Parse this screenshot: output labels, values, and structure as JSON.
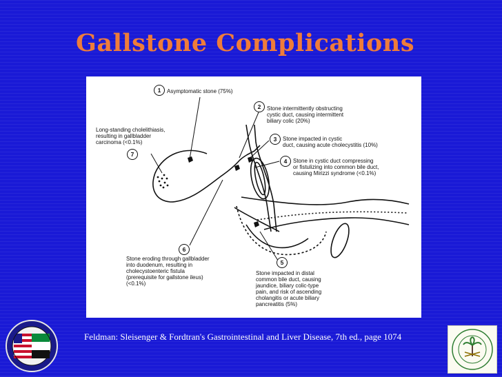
{
  "slide": {
    "title": "Gallstone Complications",
    "citation": "Feldman: Sleisenger & Fordtran's Gastrointestinal and Liver Disease, 7th ed., page 1074"
  },
  "diagram": {
    "labels": [
      {
        "number": "1",
        "text": "Asymptomatic stone (75%)"
      },
      {
        "number": "2",
        "text": "Stone intermittently obstructing\ncystic duct, causing intermittent\nbiliary colic (20%)"
      },
      {
        "number": "3",
        "text": "Stone impacted in cystic\nduct, causing acute cholecystitis (10%)"
      },
      {
        "number": "4",
        "text": "Stone in cystic duct compressing\nor fistulizing into common bile duct,\ncausing Mirizzi syndrome (<0.1%)"
      },
      {
        "number": "5",
        "text": "Stone impacted in distal\ncommon bile duct, causing\njaundice, biliary colic-type\npain, and risk of ascending\ncholangitis or acute biliary\npancreatitis (5%)"
      },
      {
        "number": "6",
        "text": "Stone eroding through gallbladder\ninto duodenum, resulting in\ncholecystoenteric fistula\n(prerequisite for gallstone ileus)\n(<0.1%)"
      },
      {
        "number": "7",
        "text": "Long-standing cholelithiasis,\nresulting in gallbladder\ncarcinoma (<0.1%)"
      }
    ]
  },
  "colors": {
    "background": "#1a1ad6",
    "title": "#ef7c3a",
    "citation": "#ffffff"
  },
  "logos": {
    "left": "military-seal-logo",
    "right": "palm-tree-emblem-logo"
  }
}
